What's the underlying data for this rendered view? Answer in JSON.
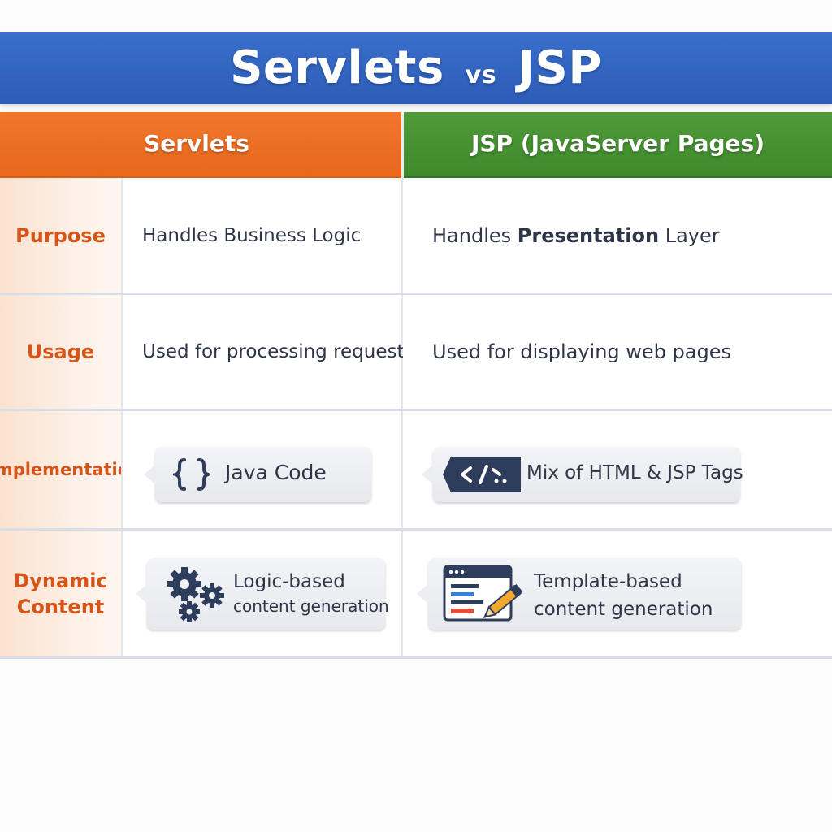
{
  "title": {
    "part1": "Servlets",
    "vs": "vs",
    "part2": "JSP"
  },
  "columns": {
    "servlets": "Servlets",
    "jsp": "JSP (JavaServer Pages)"
  },
  "rows": [
    {
      "label": "Purpose",
      "servlets": "Handles Business Logic",
      "jsp_pre": "Handles ",
      "jsp_bold": "Presentation",
      "jsp_post": " Layer"
    },
    {
      "label": "Usage",
      "servlets": "Used for processing requests",
      "jsp": "Used for displaying web pages"
    },
    {
      "label": "Implementation",
      "servlets": "Java Code",
      "jsp": "Mix of HTML & JSP Tags"
    },
    {
      "label_line1": "Dynamic",
      "label_line2": "Content",
      "servlets_line1": "Logic-based",
      "servlets_line2": "content generation",
      "jsp_line1": "Template-based",
      "jsp_line2": "content generation"
    }
  ],
  "icons": {
    "java_code": "curly-braces-icon",
    "html_tags": "code-tag-icon",
    "logic": "gears-icon",
    "template": "browser-template-pen-icon"
  },
  "colors": {
    "title_blue": "#2f62bc",
    "servlets_orange": "#ec6f22",
    "jsp_green": "#46912f",
    "label_orange": "#d4541a",
    "text_dark": "#2e3546"
  }
}
